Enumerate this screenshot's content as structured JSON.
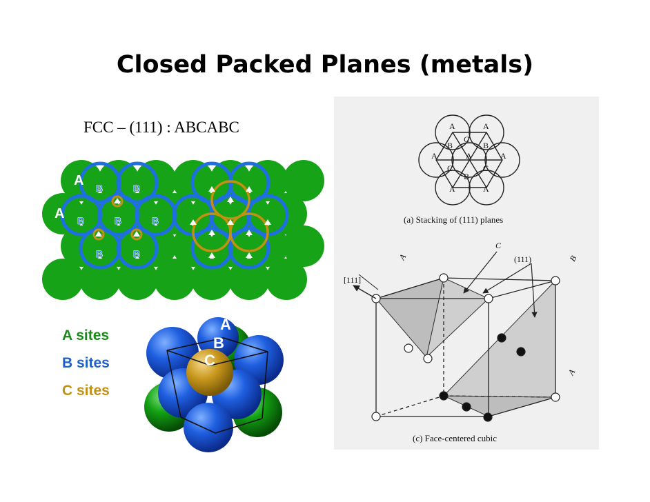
{
  "slide": {
    "title": "Closed Packed Planes (metals)",
    "subtitle": "FCC – (111) : ABCABC"
  },
  "left_diagram": {
    "row_labels": [
      "A",
      "A"
    ],
    "b_labels": [
      "B",
      "B",
      "B",
      "B",
      "B",
      "B",
      "B"
    ]
  },
  "legend": {
    "a": "A sites",
    "b": "B sites",
    "c": "C sites"
  },
  "cluster": {
    "labels": [
      "A",
      "B",
      "C"
    ]
  },
  "figure": {
    "caption_a": "(a)  Stacking of (111) planes",
    "caption_c": "(c)  Face-centered cubic",
    "dir_label": "[111]",
    "plane_label": "(111)",
    "side_labels": [
      "A",
      "C",
      "B",
      "A"
    ],
    "hex_labels": [
      "A",
      "A",
      "B",
      "C",
      "B",
      "A",
      "A",
      "A",
      "C",
      "B",
      "C",
      "A",
      "A"
    ]
  },
  "colors": {
    "a_green": "#17a317",
    "b_blue": "#1f6fe0",
    "c_gold": "#c29012"
  }
}
